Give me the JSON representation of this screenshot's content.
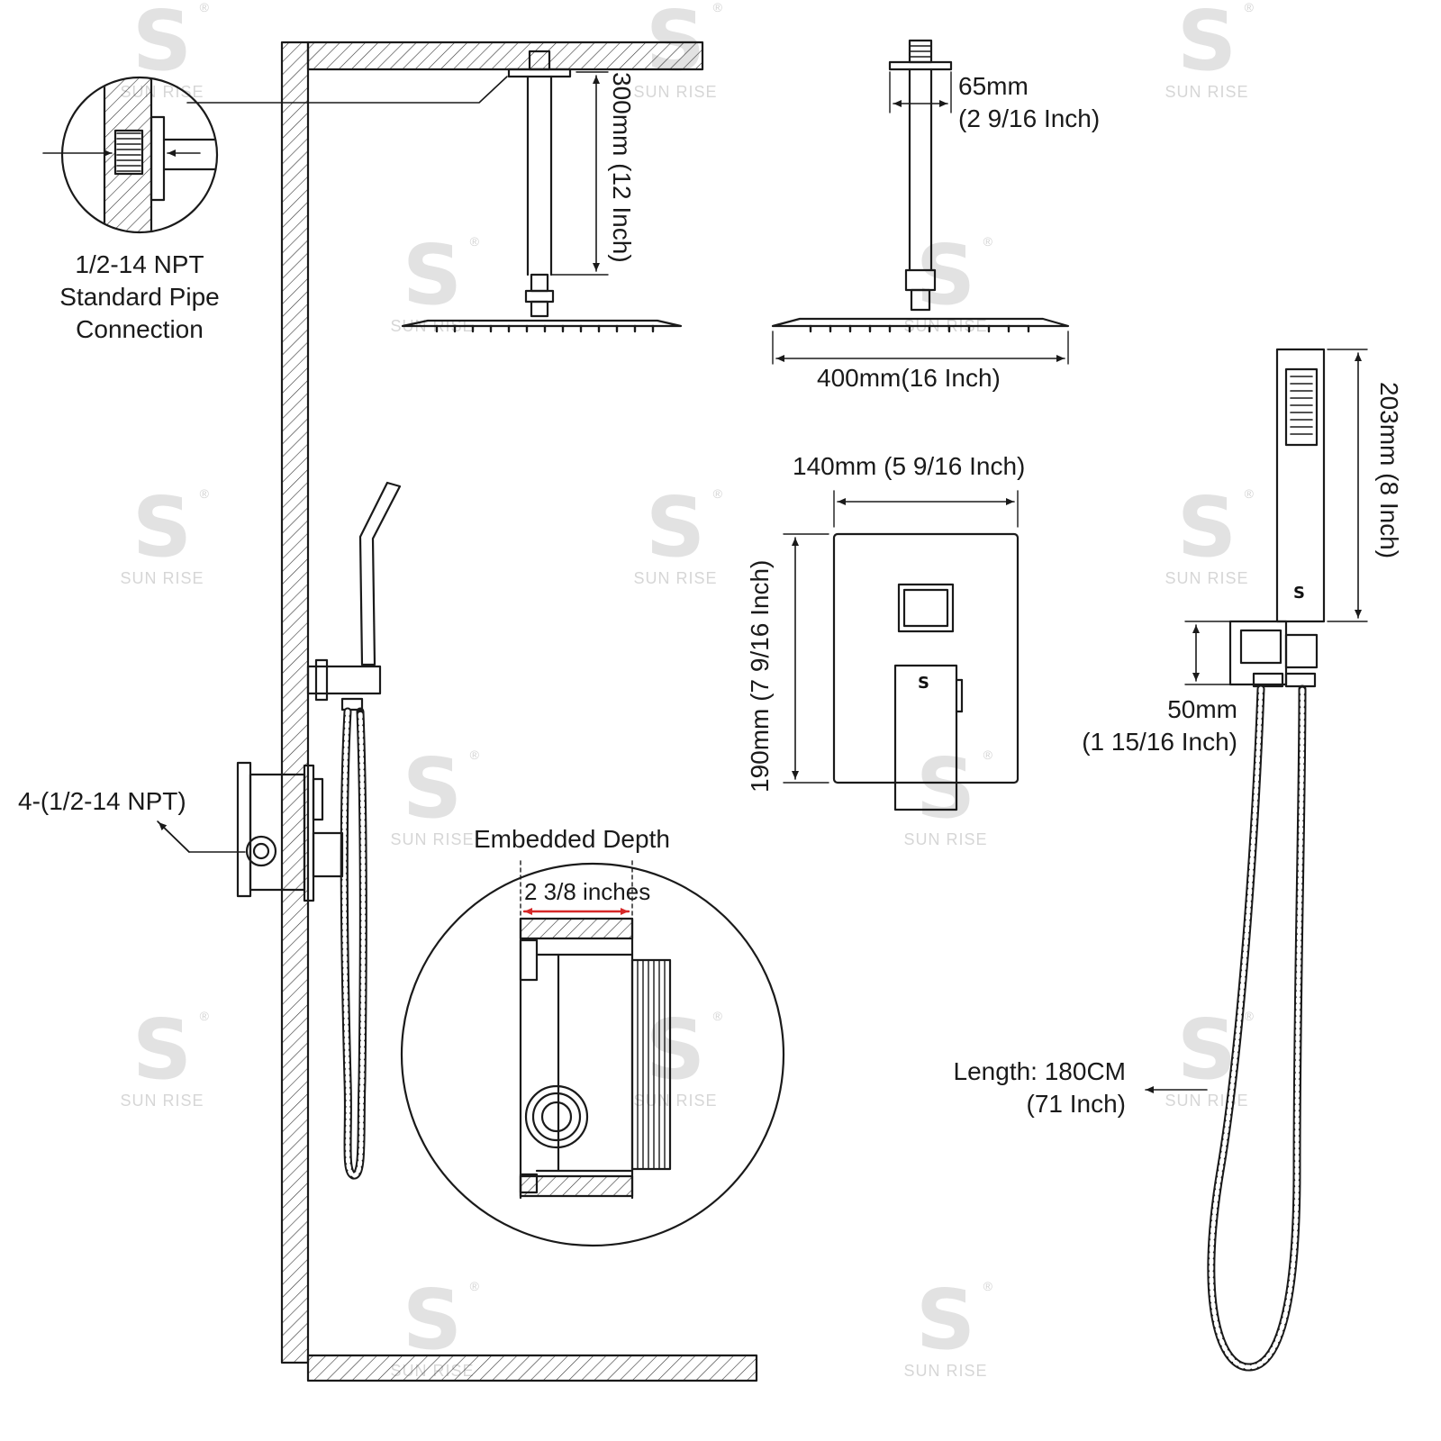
{
  "labels": {
    "pipe_connection": [
      "1/2-14 NPT",
      "Standard Pipe",
      "Connection"
    ],
    "arm_height": "300mm (12 Inch)",
    "arm_width": [
      "65mm",
      "(2 9/16 Inch)"
    ],
    "head_width": "400mm(16 Inch)",
    "plate_width": "140mm (5 9/16 Inch)",
    "plate_height": "190mm (7 9/16 Inch)",
    "handshower_length": "203mm (8 Inch)",
    "holder_height": [
      "50mm",
      "(1 15/16 Inch)"
    ],
    "valve_ports": "4-(1/2-14 NPT)",
    "embedded_title": "Embedded Depth",
    "embedded_depth": "2 3/8 inches",
    "hose_length": [
      "Length: 180CM",
      "(71 Inch)"
    ]
  },
  "watermark": {
    "text": "SUN RISE",
    "glyph": "S",
    "registered": "®"
  },
  "brand_marks": [
    "S",
    "S"
  ],
  "colors": {
    "line": "#1a1a1a",
    "hatch": "#333333",
    "dimension_accent": "#d62828",
    "watermark": "#e2e2e2"
  }
}
